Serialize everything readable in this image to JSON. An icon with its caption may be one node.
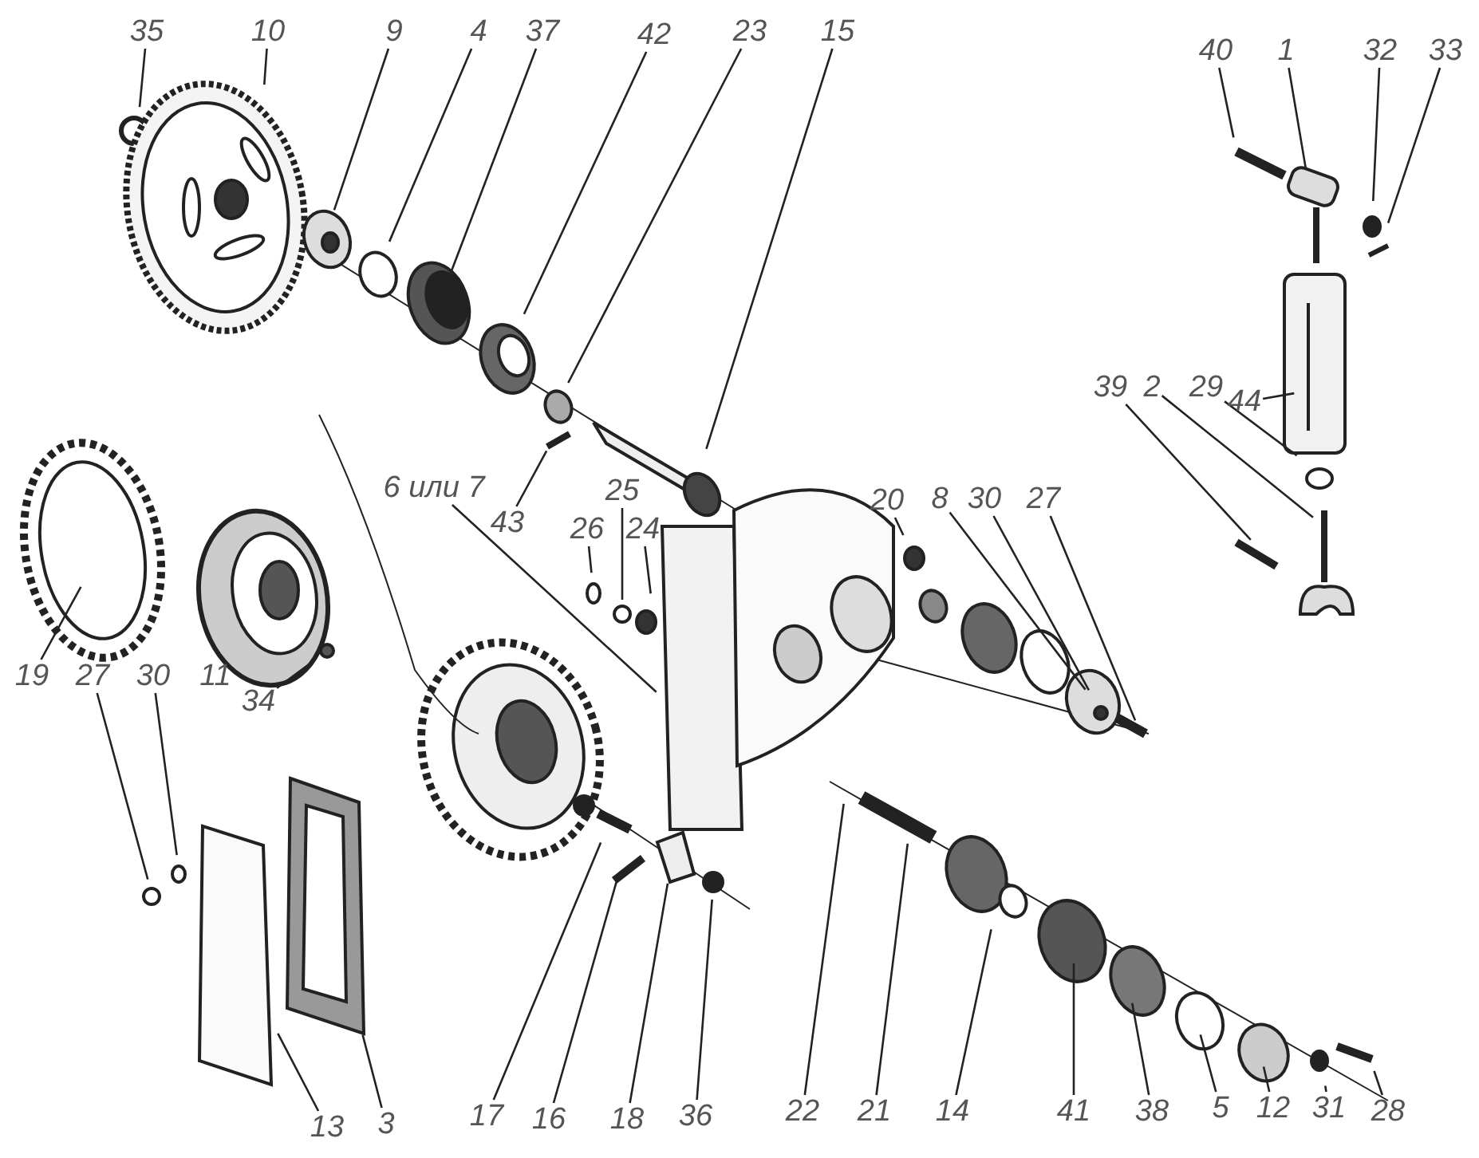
{
  "diagram": {
    "nodes": [
      {
        "text": [
          "35"
        ]
      },
      {
        "text": [
          "10"
        ]
      },
      {
        "text": [
          "9"
        ]
      },
      {
        "text": [
          "4"
        ]
      },
      {
        "text": [
          "37"
        ]
      },
      {
        "text": [
          "42"
        ]
      },
      {
        "text": [
          "23"
        ]
      },
      {
        "text": [
          "15"
        ]
      },
      {
        "text": [
          "40"
        ]
      },
      {
        "text": [
          "1"
        ]
      },
      {
        "text": [
          "32"
        ]
      },
      {
        "text": [
          "33"
        ]
      },
      {
        "text": [
          "39"
        ]
      },
      {
        "text": [
          "2"
        ]
      },
      {
        "text": [
          "29"
        ]
      },
      {
        "text": [
          "44"
        ]
      },
      {
        "text": [
          "6 или 7"
        ]
      },
      {
        "text": [
          "43"
        ]
      },
      {
        "text": [
          "26"
        ]
      },
      {
        "text": [
          "25"
        ]
      },
      {
        "text": [
          "24"
        ]
      },
      {
        "text": [
          "20"
        ]
      },
      {
        "text": [
          "8"
        ]
      },
      {
        "text": [
          "30"
        ]
      },
      {
        "text": [
          "27"
        ]
      },
      {
        "text": [
          "19"
        ]
      },
      {
        "text": [
          "27"
        ]
      },
      {
        "text": [
          "30"
        ]
      },
      {
        "text": [
          "34"
        ]
      },
      {
        "text": [
          "13"
        ]
      },
      {
        "text": [
          "3"
        ]
      },
      {
        "text": [
          "17"
        ]
      },
      {
        "text": [
          "16"
        ]
      },
      {
        "text": [
          "18"
        ]
      },
      {
        "text": [
          "36"
        ]
      },
      {
        "text": [
          "22"
        ]
      },
      {
        "text": [
          "21"
        ]
      },
      {
        "text": [
          "14"
        ]
      },
      {
        "text": [
          "41"
        ]
      },
      {
        "text": [
          "38"
        ]
      },
      {
        "text": [
          "5"
        ]
      },
      {
        "text": [
          "12"
        ]
      },
      {
        "text": [
          "31"
        ]
      },
      {
        "text": [
          "28"
        ]
      }
    ],
    "edges": [
      {
        "from": 0,
        "to": null,
        "arrow": "none"
      },
      {
        "from": 1,
        "to": null,
        "arrow": "none"
      },
      {
        "from": 2,
        "to": null,
        "arrow": "none"
      },
      {
        "from": 3,
        "to": null,
        "arrow": "none"
      },
      {
        "from": 4,
        "to": null,
        "arrow": "none"
      },
      {
        "from": 5,
        "to": null,
        "arrow": "none"
      },
      {
        "from": 6,
        "to": null,
        "arrow": "none"
      },
      {
        "from": 7,
        "to": null,
        "arrow": "none"
      },
      {
        "from": 8,
        "to": null,
        "arrow": "none"
      },
      {
        "from": 9,
        "to": null,
        "arrow": "none"
      },
      {
        "from": 10,
        "to": null,
        "arrow": "none"
      },
      {
        "from": 11,
        "to": null,
        "arrow": "none"
      },
      {
        "from": 12,
        "to": null,
        "arrow": "none"
      },
      {
        "from": 13,
        "to": null,
        "arrow": "none"
      },
      {
        "from": 14,
        "to": null,
        "arrow": "none"
      },
      {
        "from": 15,
        "to": null,
        "arrow": "none"
      },
      {
        "from": 16,
        "to": null,
        "arrow": "none"
      },
      {
        "from": 17,
        "to": null,
        "arrow": "none"
      },
      {
        "from": 18,
        "to": null,
        "arrow": "none"
      },
      {
        "from": 19,
        "to": null,
        "arrow": "none"
      },
      {
        "from": 20,
        "to": null,
        "arrow": "none"
      },
      {
        "from": 21,
        "to": null,
        "arrow": "none"
      },
      {
        "from": 22,
        "to": null,
        "arrow": "none"
      },
      {
        "from": 23,
        "to": null,
        "arrow": "none"
      },
      {
        "from": 24,
        "to": null,
        "arrow": "none"
      },
      {
        "from": 25,
        "to": null,
        "arrow": "none"
      },
      {
        "from": 26,
        "to": null,
        "arrow": "none"
      },
      {
        "from": 27,
        "to": null,
        "arrow": "none"
      },
      {
        "from": 28,
        "to": null,
        "arrow": "none"
      },
      {
        "from": 29,
        "to": null,
        "arrow": "none"
      },
      {
        "from": 30,
        "to": null,
        "arrow": "none"
      },
      {
        "from": 31,
        "to": null,
        "arrow": "none"
      },
      {
        "from": 32,
        "to": null,
        "arrow": "none"
      },
      {
        "from": 33,
        "to": null,
        "arrow": "none"
      },
      {
        "from": 34,
        "to": null,
        "arrow": "none"
      },
      {
        "from": 35,
        "to": null,
        "arrow": "none"
      },
      {
        "from": 36,
        "to": null,
        "arrow": "none"
      },
      {
        "from": 37,
        "to": null,
        "arrow": "none"
      },
      {
        "from": 38,
        "to": null,
        "arrow": "none"
      },
      {
        "from": 39,
        "to": null,
        "arrow": "none"
      },
      {
        "from": 40,
        "to": null,
        "arrow": "none"
      },
      {
        "from": 41,
        "to": null,
        "arrow": "none"
      },
      {
        "from": 42,
        "to": null,
        "arrow": "none"
      },
      {
        "from": 43,
        "to": null,
        "arrow": "none"
      }
    ],
    "labels": [
      "11"
    ]
  }
}
